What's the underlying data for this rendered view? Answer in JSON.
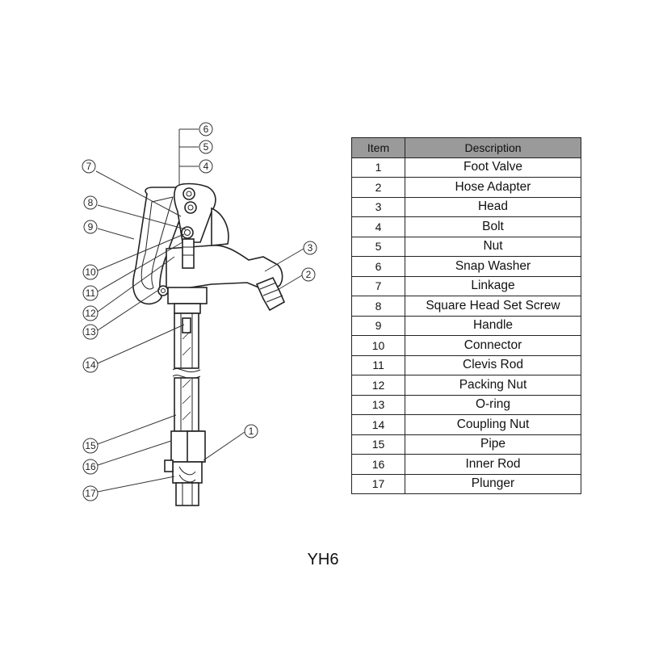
{
  "table": {
    "headers": {
      "item": "Item",
      "description": "Description"
    },
    "rows": [
      {
        "item": "1",
        "description": "Foot Valve"
      },
      {
        "item": "2",
        "description": "Hose Adapter"
      },
      {
        "item": "3",
        "description": "Head"
      },
      {
        "item": "4",
        "description": "Bolt"
      },
      {
        "item": "5",
        "description": "Nut"
      },
      {
        "item": "6",
        "description": "Snap Washer"
      },
      {
        "item": "7",
        "description": "Linkage"
      },
      {
        "item": "8",
        "description": "Square Head Set Screw"
      },
      {
        "item": "9",
        "description": "Handle"
      },
      {
        "item": "10",
        "description": "Connector"
      },
      {
        "item": "11",
        "description": "Clevis Rod"
      },
      {
        "item": "12",
        "description": "Packing Nut"
      },
      {
        "item": "13",
        "description": "O-ring"
      },
      {
        "item": "14",
        "description": "Coupling Nut"
      },
      {
        "item": "15",
        "description": "Pipe"
      },
      {
        "item": "16",
        "description": "Inner Rod"
      },
      {
        "item": "17",
        "description": "Plunger"
      }
    ]
  },
  "callouts": [
    "1",
    "2",
    "3",
    "4",
    "5",
    "6",
    "7",
    "8",
    "9",
    "10",
    "11",
    "12",
    "13",
    "14",
    "15",
    "16",
    "17"
  ],
  "model_label": "YH6"
}
